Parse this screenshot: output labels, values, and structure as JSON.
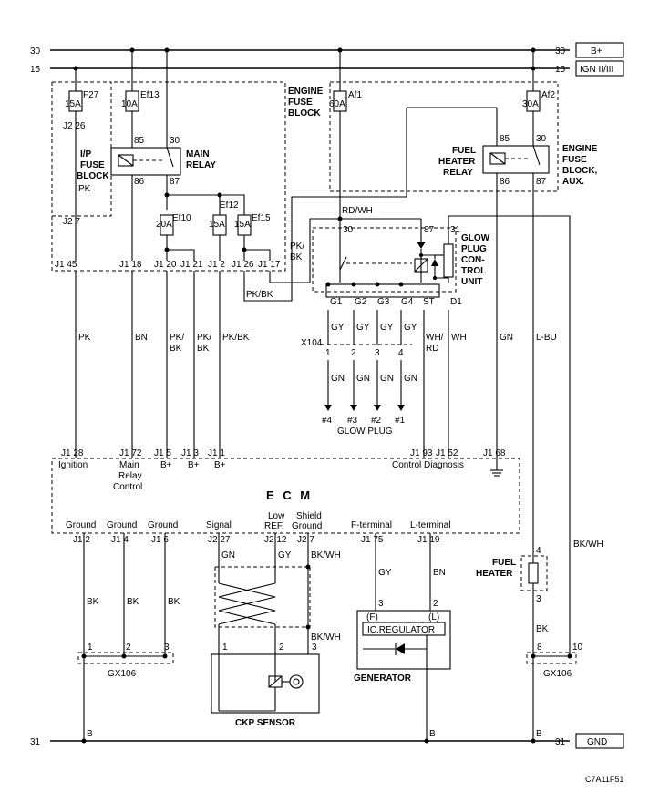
{
  "rails": {
    "r30_left": "30",
    "r30_right": "30",
    "r30_tag": "B+",
    "r15_left": "15",
    "r15_right": "15",
    "r15_tag": "IGN II/III",
    "r31_left": "31",
    "r31_right": "31",
    "r31_tag": "GND"
  },
  "fuses": {
    "f27_name": "F27",
    "f27_amp": "15A",
    "ef13_name": "Ef13",
    "ef13_amp": "10A",
    "af1_name": "Af1",
    "af1_amp": "60A",
    "af2_name": "Af2",
    "af2_amp": "30A",
    "ef10_name": "Ef10",
    "ef10_amp": "20A",
    "ef12_name": "Ef12",
    "ef12_amp": "15A",
    "ef15_name": "Ef15",
    "ef15_amp": "15A"
  },
  "blocks": {
    "ip_fuse_1": "I/P",
    "ip_fuse_2": "FUSE",
    "ip_fuse_3": "BLOCK",
    "eng_fuse_1": "ENGINE",
    "eng_fuse_2": "FUSE",
    "eng_fuse_3": "BLOCK",
    "aux_1": "ENGINE",
    "aux_2": "FUSE",
    "aux_3": "BLOCK,",
    "aux_4": "AUX."
  },
  "main_relay": {
    "label_1": "MAIN",
    "label_2": "RELAY",
    "p85": "85",
    "p30": "30",
    "p86": "86",
    "p87": "87"
  },
  "fuel_relay": {
    "label_1": "FUEL",
    "label_2": "HEATER",
    "label_3": "RELAY",
    "p85": "85",
    "p30": "30",
    "p86": "86",
    "p87": "87"
  },
  "glow_unit": {
    "label_1": "GLOW",
    "label_2": "PLUG",
    "label_3": "CON-",
    "label_4": "TROL",
    "label_5": "UNIT",
    "p30": "30",
    "p87": "87",
    "p31": "31",
    "g1": "G1",
    "g2": "G2",
    "g3": "G3",
    "g4": "G4",
    "st": "ST",
    "d1": "D1"
  },
  "connectors": {
    "j2_26": "J2 26",
    "j2_7": "J2 7",
    "j1_45": "J1 45",
    "j1_18": "J1 18",
    "j1_20": "J1 20",
    "j1_2a": "J1 2",
    "j1_21": "J1 21",
    "j1_26": "J1 26",
    "j1_17": "J1 17",
    "x104": "X104",
    "x104_1": "1",
    "x104_2": "2",
    "x104_3": "3",
    "x104_4": "4",
    "ecm_28": "J1 28",
    "ecm_72": "J1 72",
    "ecm_5": "J1 5",
    "ecm_3": "J1 3",
    "ecm_1": "J1 1",
    "ecm_93": "J1 93",
    "ecm_52": "J1 52",
    "ecm_68": "J1 68",
    "ecm_g2": "J1 2",
    "ecm_g4": "J1 4",
    "ecm_g6": "J1 6",
    "ecm_27": "J2 27",
    "ecm_12": "J2 12",
    "ecm_j27": "J2 7",
    "ecm_75": "J1 75",
    "ecm_19": "J1 19"
  },
  "wires": {
    "pk_a": "PK",
    "pk_b": "PK",
    "bn": "BN",
    "pkbk_1a": "PK/",
    "pkbk_1b": "BK",
    "pkbk_2a": "PK/",
    "pkbk_2b": "BK",
    "pkbk_3": "PK/BK",
    "pkbk_4": "PK/BK",
    "pkbk_5a": "PK/",
    "pkbk_5b": "BK",
    "rdwh": "RD/WH",
    "gy1": "GY",
    "gy2": "GY",
    "gy3": "GY",
    "gy4": "GY",
    "gn1": "GN",
    "gn2": "GN",
    "gn3": "GN",
    "gn4": "GN",
    "whrd_a": "WH/",
    "whrd_b": "RD",
    "wh": "WH",
    "gn_r": "GN",
    "lbu": "L-BU",
    "bk1": "BK",
    "bk2": "BK",
    "bk3": "BK",
    "gn_ckp": "GN",
    "gy_ckp": "GY",
    "bkwh_1": "BK/WH",
    "bkwh_2": "BK/WH",
    "gy_gen": "GY",
    "bn_gen": "BN",
    "bk_fh": "BK",
    "bkwh_fh": "BK/WH",
    "b1": "B",
    "b2": "B",
    "b3": "B"
  },
  "plugs": {
    "p4": "#4",
    "p3": "#3",
    "p2": "#2",
    "p1": "#1",
    "label": "GLOW PLUG"
  },
  "ecm": {
    "title": "E C M",
    "ignition": "Ignition",
    "mr_1": "Main",
    "mr_2": "Relay",
    "mr_3": "Control",
    "bplus1": "B+",
    "bplus2": "B+",
    "bplus3": "B+",
    "ctrl_diag": "Control Diagnosis",
    "ground1": "Ground",
    "ground2": "Ground",
    "ground3": "Ground",
    "signal": "Signal",
    "low_1": "Low",
    "low_2": "REF.",
    "shield_1": "Shield",
    "shield_2": "Ground",
    "fterm": "F-terminal",
    "lterm": "L-terminal"
  },
  "fuel_heater": {
    "label_1": "FUEL",
    "label_2": "HEATER",
    "p4": "4",
    "p3": "3"
  },
  "splices": {
    "gx106_left": "GX106",
    "gx106_right": "GX106",
    "s1": "1",
    "s2": "2",
    "s3": "3",
    "s8": "8",
    "s10": "10"
  },
  "ckp": {
    "label": "CKP SENSOR",
    "p1": "1",
    "p2": "2",
    "p3": "3"
  },
  "generator": {
    "label": "GENERATOR",
    "reg": "IC.REGULATOR",
    "f": "(F)",
    "l": "(L)",
    "p3": "3",
    "p2": "2"
  },
  "code": "C7A11F51"
}
